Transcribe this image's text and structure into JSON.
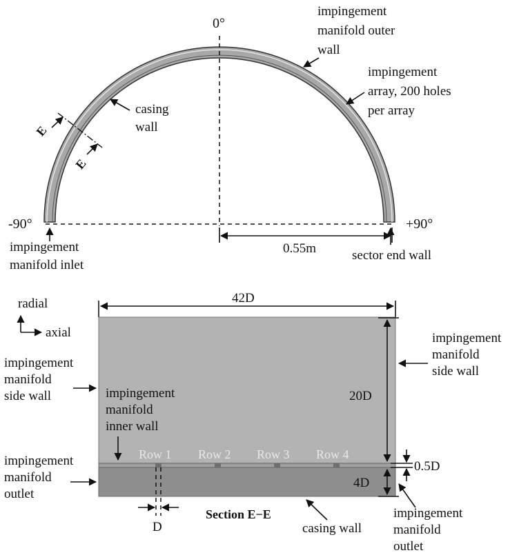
{
  "top_view": {
    "angle_top": "0°",
    "angle_left": "-90°",
    "angle_right": "+90°",
    "radius_dim": "0.55m",
    "section_mark_upper": "E",
    "section_mark_lower": "E",
    "labels": {
      "outer_wall": [
        "impingement",
        "manifold outer",
        "wall"
      ],
      "array": [
        "impingement",
        "array, 200 holes",
        "per array"
      ],
      "casing": [
        "casing",
        "wall"
      ],
      "inlet": [
        "impingement",
        "manifold inlet"
      ],
      "sector_end": [
        "sector end wall"
      ]
    }
  },
  "section_view": {
    "width_dim": "42D",
    "height_dim": "20D",
    "gap_dim": "0.5D",
    "casing_dim": "4D",
    "hole_dim": "D",
    "title": "Section E−E",
    "axis_radial": "radial",
    "axis_axial": "axial",
    "rows": [
      "Row 1",
      "Row 2",
      "Row 3",
      "Row 4"
    ],
    "labels": {
      "side_wall_right": [
        "impingement",
        "manifold",
        "side wall"
      ],
      "side_wall_left": [
        "impingement",
        "manifold",
        "side wall"
      ],
      "inner_wall": [
        "impingement",
        "manifold",
        "inner wall"
      ],
      "outlet_left": [
        "impingement",
        "manifold",
        "outlet"
      ],
      "outlet_right": [
        "impingement",
        "manifold",
        "outlet"
      ],
      "casing_wall": [
        "casing wall"
      ]
    }
  },
  "colors": {
    "manifold_fill": "#b3b3b3",
    "casing_fill": "#8e8e8e",
    "wall_fill": "#a8a8a8",
    "line": "#111111"
  }
}
